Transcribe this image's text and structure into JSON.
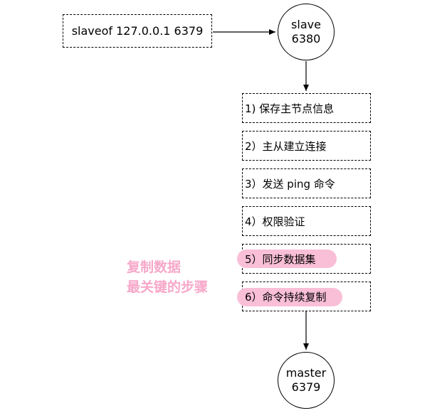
{
  "command": "slaveof 127.0.0.1 6379",
  "slave": {
    "name": "slave",
    "port": "6380"
  },
  "master": {
    "name": "master",
    "port": "6379"
  },
  "steps": [
    "1) 保存主节点信息",
    "2）主从建立连接",
    "3）发送 ping 命令",
    "4）权限验证",
    "5）同步数据集",
    "6）命令持续复制"
  ],
  "highlighted_steps": [
    5,
    6
  ],
  "note": {
    "line1": "复制数据",
    "line2": "最关键的步骤"
  },
  "colors": {
    "line": "#000000",
    "highlight": "#f9bfd6",
    "note_text": "#f7a8c9"
  }
}
